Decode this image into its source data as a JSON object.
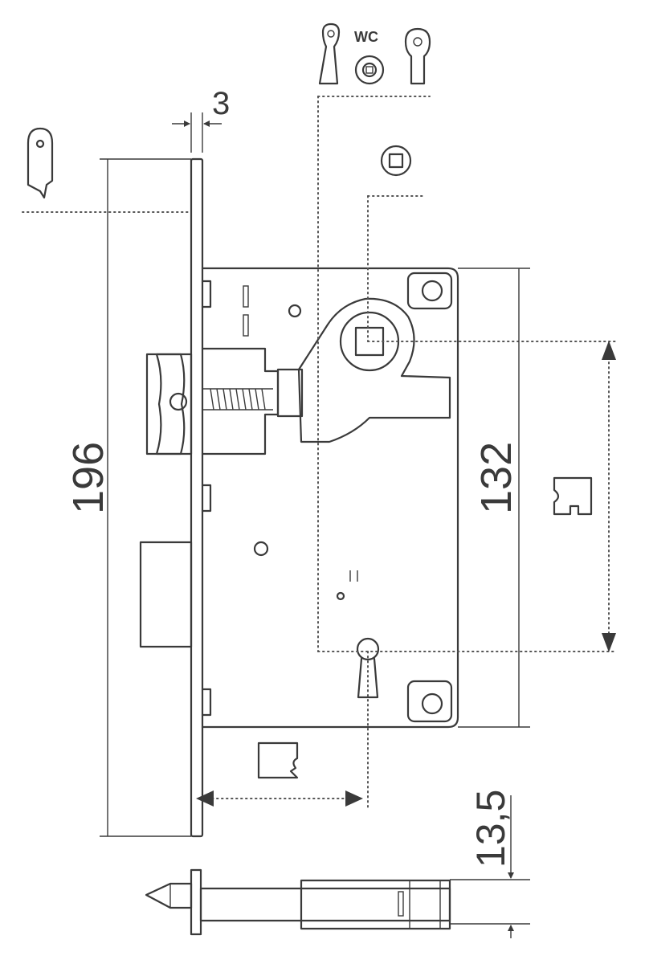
{
  "dimensions": {
    "plate_thickness": "3",
    "total_height": "196",
    "handle_to_key": "132",
    "strike_offset": "13,5"
  },
  "labels": {
    "wc": "WC"
  },
  "icons": {
    "key_tag": "key-tag-icon",
    "keyhole": "keyhole-icon",
    "wc_thumbturn": "wc-thumbturn-icon",
    "euro_profile": "euro-cylinder-icon",
    "square_spindle": "square-spindle-icon",
    "bolt_symbol": "bolt-symbol-icon",
    "latch_symbol": "latch-symbol-icon"
  }
}
